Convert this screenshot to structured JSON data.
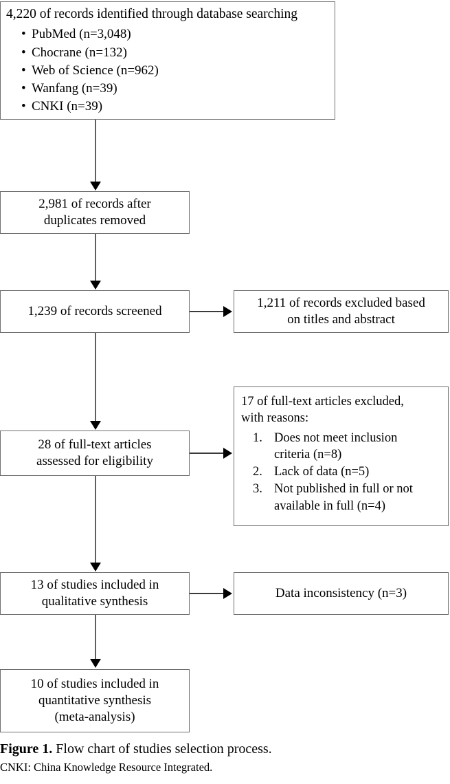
{
  "figure": {
    "caption_label": "Figure 1.",
    "caption_text": " Flow chart of studies selection process.",
    "footnote": "CNKI: China Knowledge Resource Integrated."
  },
  "chart_data": {
    "type": "diagram",
    "title": "Flow chart of studies selection process",
    "diagram_kind": "PRISMA flow chart",
    "nodes": [
      {
        "id": "identified",
        "headline": "4,220 of records identified through database searching",
        "count": 4220,
        "sources": [
          {
            "label": "PubMed (n=3,048)",
            "name": "PubMed",
            "n": 3048
          },
          {
            "label": "Chocrane (n=132)",
            "name": "Chocrane",
            "n": 132
          },
          {
            "label": "Web of Science (n=962)",
            "name": "Web of Science",
            "n": 962
          },
          {
            "label": "Wanfang (n=39)",
            "name": "Wanfang",
            "n": 39
          },
          {
            "label": "CNKI (n=39)",
            "name": "CNKI",
            "n": 39
          }
        ]
      },
      {
        "id": "duplicates",
        "count": 2981,
        "lines": [
          "2,981 of records after",
          "duplicates removed"
        ]
      },
      {
        "id": "screened",
        "count": 1239,
        "lines": [
          "1,239 of records screened"
        ]
      },
      {
        "id": "excluded_screening",
        "count": 1211,
        "lines": [
          "1,211 of records excluded based",
          "on titles and abstract"
        ]
      },
      {
        "id": "fulltext_assessed",
        "count": 28,
        "lines": [
          "28 of full-text articles",
          "assessed for eligibility"
        ]
      },
      {
        "id": "excluded_fulltext",
        "count": 17,
        "headline_lines": [
          "17 of full-text articles excluded,",
          "with reasons:"
        ],
        "reasons": [
          {
            "marker": "1.",
            "lines": [
              "Does not meet inclusion",
              "criteria (n=8)"
            ],
            "n": 8
          },
          {
            "marker": "2.",
            "lines": [
              "Lack of data (n=5)"
            ],
            "n": 5
          },
          {
            "marker": "3.",
            "lines": [
              "Not published in full or not",
              "available in full (n=4)"
            ],
            "n": 4
          }
        ]
      },
      {
        "id": "qualitative",
        "count": 13,
        "lines": [
          "13 of studies included in",
          "qualitative synthesis"
        ]
      },
      {
        "id": "data_inconsistency",
        "count": 3,
        "lines": [
          "Data inconsistency (n=3)"
        ]
      },
      {
        "id": "quantitative",
        "count": 10,
        "lines": [
          "10 of studies included in",
          "quantitative synthesis",
          "(meta-analysis)"
        ]
      }
    ],
    "edges": [
      {
        "from": "identified",
        "to": "duplicates",
        "direction": "down"
      },
      {
        "from": "duplicates",
        "to": "screened",
        "direction": "down"
      },
      {
        "from": "screened",
        "to": "excluded_screening",
        "direction": "right"
      },
      {
        "from": "screened",
        "to": "fulltext_assessed",
        "direction": "down"
      },
      {
        "from": "fulltext_assessed",
        "to": "excluded_fulltext",
        "direction": "right"
      },
      {
        "from": "fulltext_assessed",
        "to": "qualitative",
        "direction": "down"
      },
      {
        "from": "qualitative",
        "to": "data_inconsistency",
        "direction": "right"
      },
      {
        "from": "qualitative",
        "to": "quantitative",
        "direction": "down"
      }
    ],
    "colors": {
      "background": "#ffffff",
      "box_border": "#6e6e6e",
      "connector": "#3a3a3a",
      "text": "#000000"
    },
    "bullet_glyph": "•"
  }
}
